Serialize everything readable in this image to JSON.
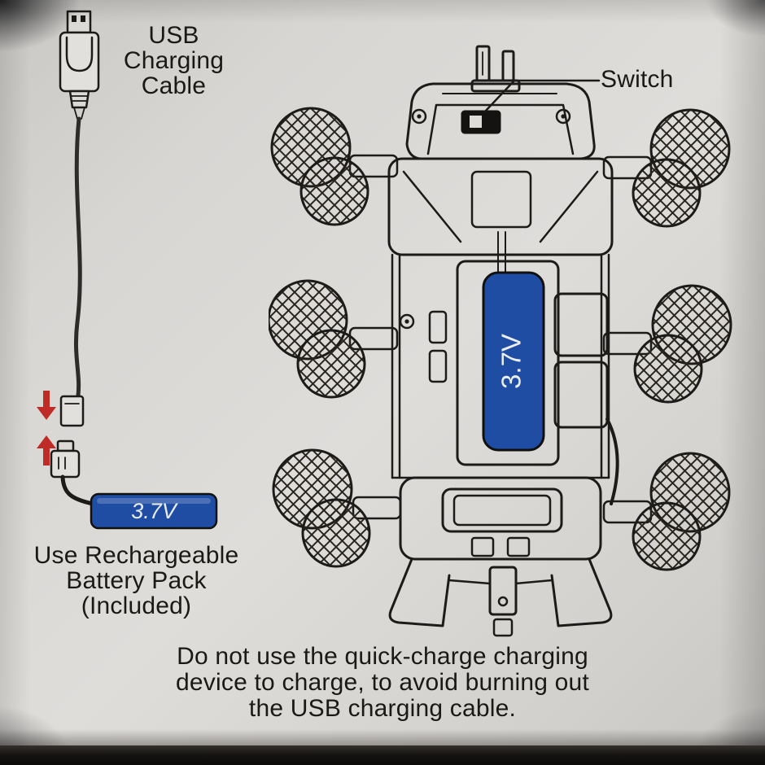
{
  "colors": {
    "battery_blue": "#1f4da4",
    "arrow_red": "#bf2b26",
    "ink": "#1d1b19",
    "paper": "#d8d6d3"
  },
  "usb_label": {
    "line1": "USB",
    "line2": "Charging",
    "line3": "Cable"
  },
  "switch_label": "Switch",
  "cable_battery": {
    "voltage": "3.7V"
  },
  "car_battery": {
    "voltage": "3.7V"
  },
  "battery_note": {
    "line1": "Use Rechargeable",
    "line2": "Battery Pack",
    "line3": "(Included)"
  },
  "warning": {
    "line1": "Do not use the quick-charge charging",
    "line2": "device to charge, to avoid burning out",
    "line3": "the USB charging cable."
  }
}
